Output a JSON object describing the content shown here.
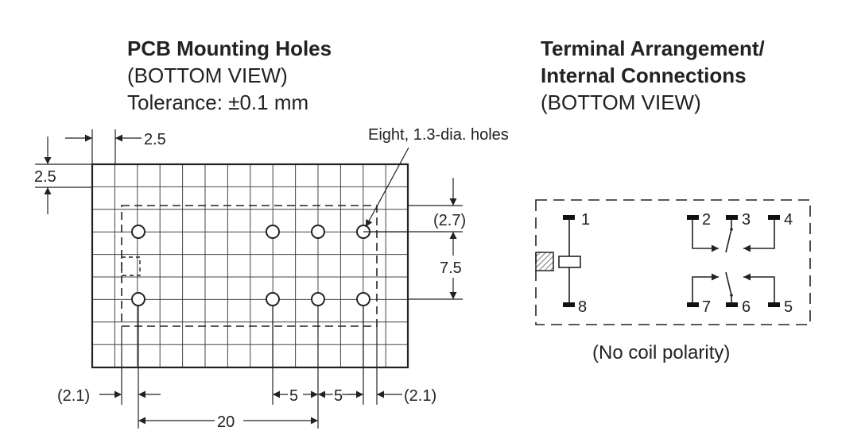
{
  "left": {
    "title": "PCB Mounting Holes",
    "view": "(BOTTOM VIEW)",
    "tolerance": "Tolerance: ±0.1 mm",
    "holes_note": "Eight, 1.3-dia. holes",
    "dims": {
      "top_pitch": "2.5",
      "left_pitch": "2.5",
      "top_offset": "(2.7)",
      "row_spacing": "7.5",
      "left_offset": "(2.1)",
      "gap_a": "5",
      "gap_b": "5",
      "right_offset": "(2.1)",
      "span": "20"
    }
  },
  "right": {
    "title_line1": "Terminal Arrangement/",
    "title_line2": "Internal Connections",
    "view": "(BOTTOM VIEW)",
    "note": "(No coil polarity)",
    "pins": {
      "p1": "1",
      "p2": "2",
      "p3": "3",
      "p4": "4",
      "p5": "5",
      "p6": "6",
      "p7": "7",
      "p8": "8"
    }
  }
}
